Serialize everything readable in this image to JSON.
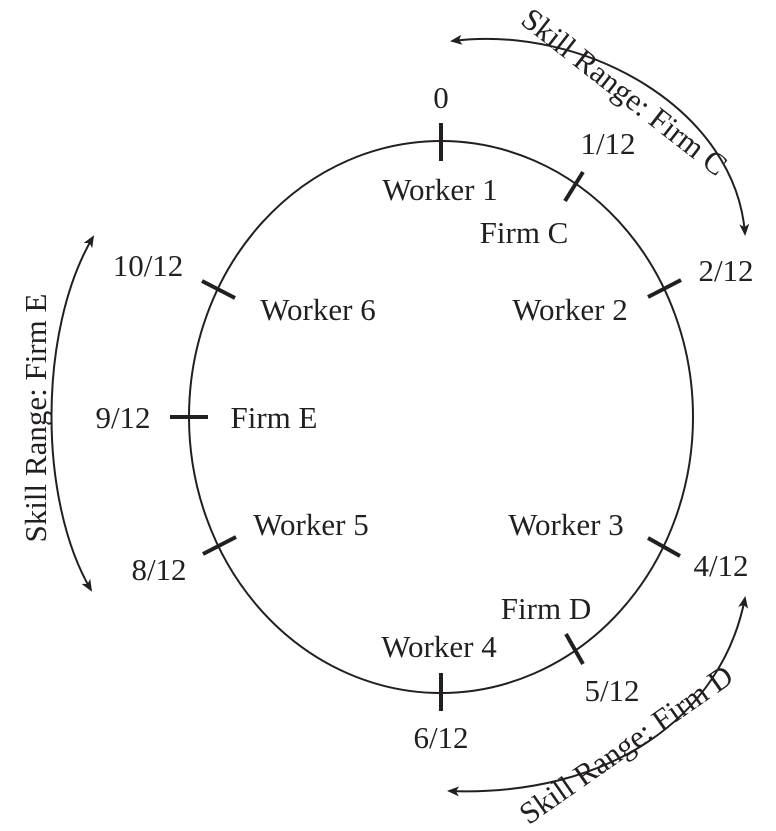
{
  "ticks": [
    {
      "label": "0"
    },
    {
      "label": "1/12"
    },
    {
      "label": "2/12"
    },
    {
      "label": "4/12"
    },
    {
      "label": "5/12"
    },
    {
      "label": "6/12"
    },
    {
      "label": "8/12"
    },
    {
      "label": "9/12"
    },
    {
      "label": "10/12"
    }
  ],
  "workers": [
    "Worker 1",
    "Worker 2",
    "Worker 3",
    "Worker 4",
    "Worker 5",
    "Worker 6"
  ],
  "firms": [
    "Firm C",
    "Firm D",
    "Firm E"
  ],
  "ranges": {
    "firm_c": "Skill Range: Firm C",
    "firm_d": "Skill Range: Firm D",
    "firm_e": "Skill Range: Firm E"
  }
}
